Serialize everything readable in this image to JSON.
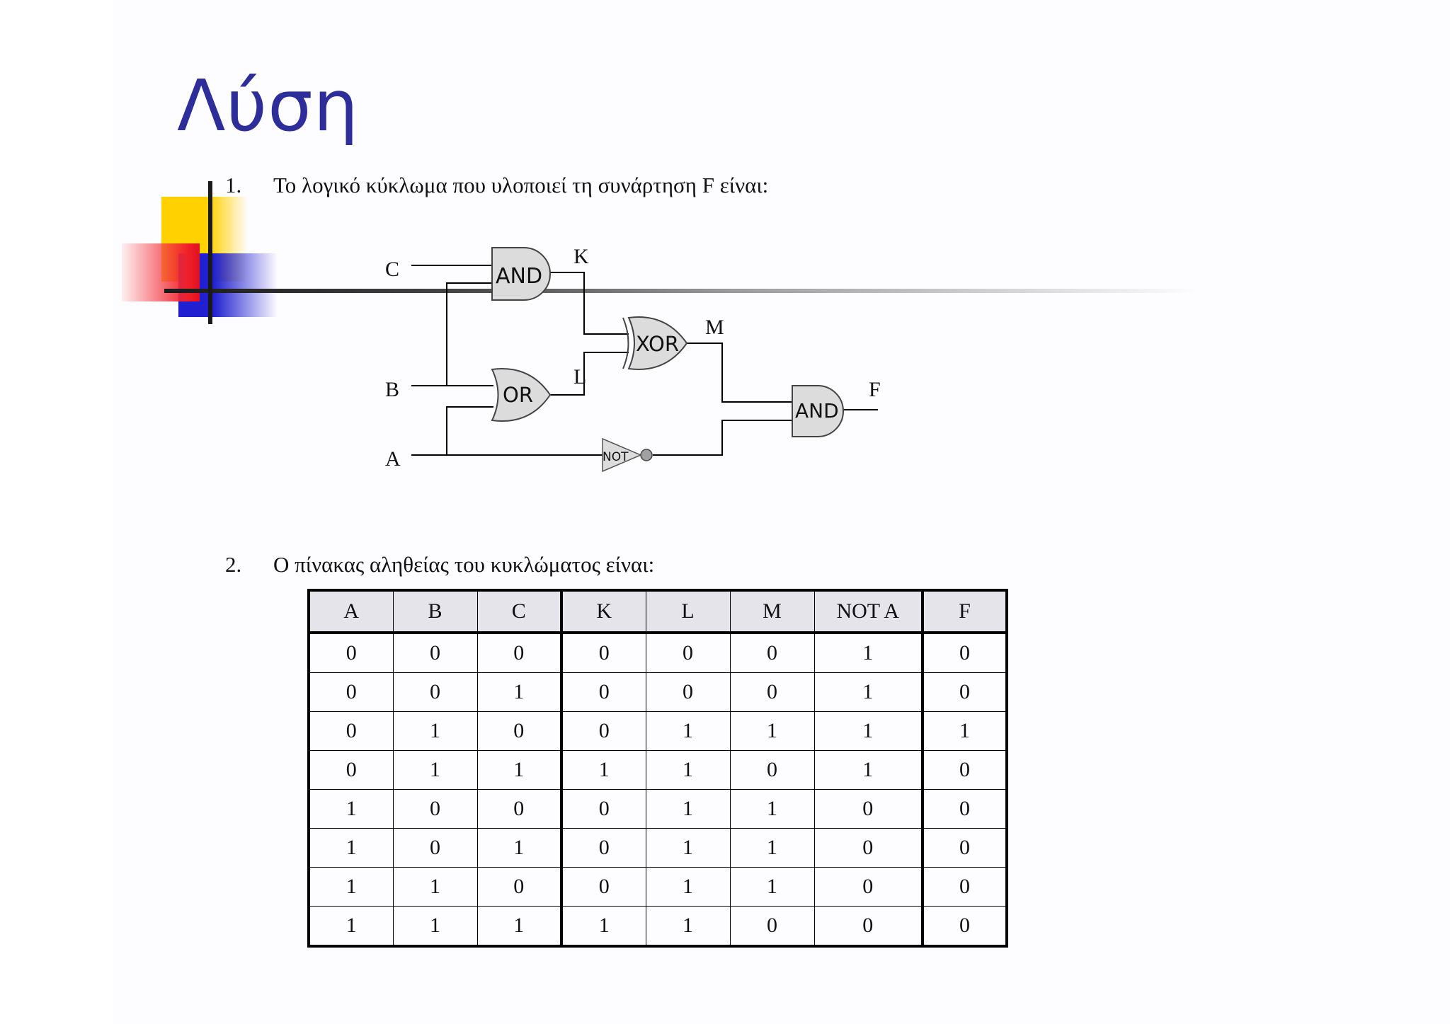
{
  "title": "Λύση",
  "items": [
    {
      "number": "1.",
      "text": "Το λογικό κύκλωμα που υλοποιεί τη συνάρτηση F είναι:"
    },
    {
      "number": "2.",
      "text": "Ο πίνακας αληθείας του κυκλώματος είναι:"
    }
  ],
  "circuit": {
    "inputs": {
      "c": "C",
      "b": "B",
      "a": "A"
    },
    "gates": {
      "and1": "AND",
      "or": "OR",
      "xor": "XOR",
      "not": "NOT",
      "and2": "AND"
    },
    "signals": {
      "k": "K",
      "l": "L",
      "m": "M",
      "f": "F"
    }
  },
  "truth_table": {
    "headers": [
      "A",
      "B",
      "C",
      "K",
      "L",
      "M",
      "NOT A",
      "F"
    ],
    "rows": [
      [
        "0",
        "0",
        "0",
        "0",
        "0",
        "0",
        "1",
        "0"
      ],
      [
        "0",
        "0",
        "1",
        "0",
        "0",
        "0",
        "1",
        "0"
      ],
      [
        "0",
        "1",
        "0",
        "0",
        "1",
        "1",
        "1",
        "1"
      ],
      [
        "0",
        "1",
        "1",
        "1",
        "1",
        "0",
        "1",
        "0"
      ],
      [
        "1",
        "0",
        "0",
        "0",
        "1",
        "1",
        "0",
        "0"
      ],
      [
        "1",
        "0",
        "1",
        "0",
        "1",
        "1",
        "0",
        "0"
      ],
      [
        "1",
        "1",
        "0",
        "0",
        "1",
        "1",
        "0",
        "0"
      ],
      [
        "1",
        "1",
        "1",
        "1",
        "1",
        "0",
        "0",
        "0"
      ]
    ]
  },
  "colors": {
    "title": "#2e2e9a",
    "gate_fill": "#dcdcdc",
    "header_fill": "#e5e4ea"
  }
}
